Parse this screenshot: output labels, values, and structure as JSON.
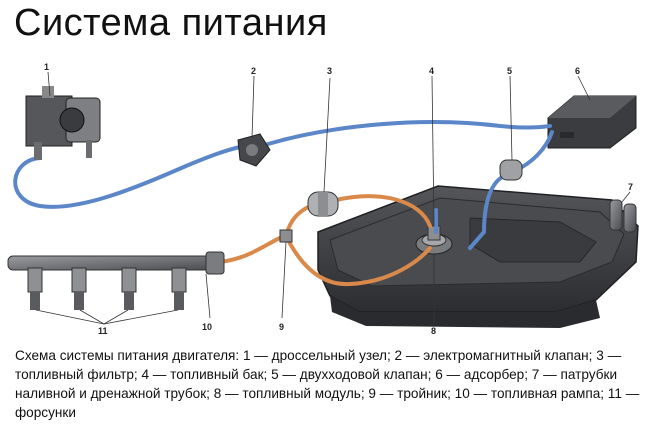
{
  "title": "Система питания",
  "callouts": [
    "1",
    "2",
    "3",
    "4",
    "5",
    "6",
    "7",
    "8",
    "9",
    "10",
    "11"
  ],
  "caption": "Схема системы питания двигателя: 1 — дроссельный узел; 2 — электромагнитный клапан; 3 — топливный фильтр; 4 — топливный бак; 5 — двухходовой клапан; 6 — адсорбер; 7 — патрубки наливной и дренажной трубок; 8 — топливный модуль; 9 — тройник; 10 — топливная рампа; 11 — форсунки",
  "colors": {
    "vapor_line": "#5b86c8",
    "fuel_line": "#d9894a",
    "tank": "#3f4044",
    "metal": "#6d6f73"
  }
}
